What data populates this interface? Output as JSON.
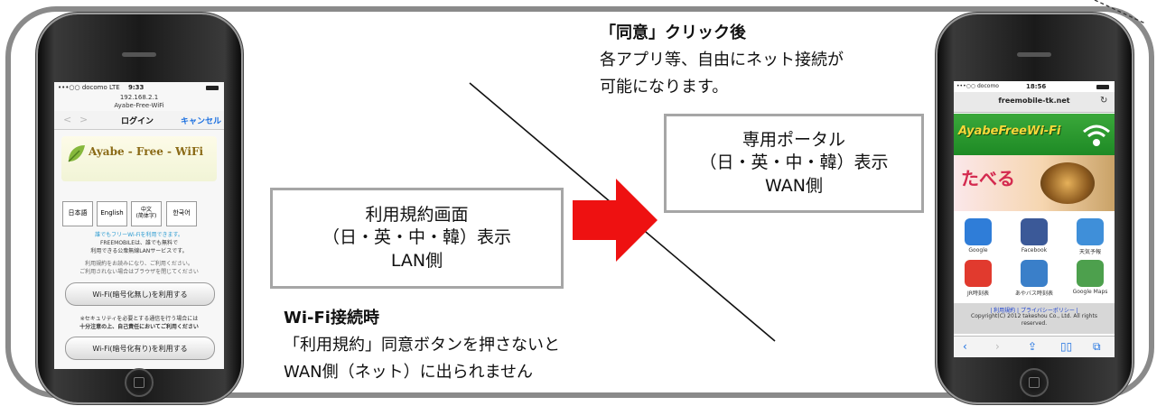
{
  "left_phone": {
    "status": {
      "carrier": "•••○○ docomo  LTE",
      "time": "9:33"
    },
    "url_line1": "192.168.2.1",
    "url_line2": "Ayabe-Free-WiFi",
    "nav": {
      "back": "<",
      "forward": ">",
      "title": "ログイン",
      "cancel": "キャンセル"
    },
    "logo_text": "Ayabe - Free - WiFi",
    "languages": [
      "日本語",
      "English",
      "中文\n(简体字)",
      "한국어"
    ],
    "intro_blue": "誰でもフリーWi-Fiを利用できます。",
    "intro_1": "FREEMOBILEは、誰でも無料で",
    "intro_2": "利用できる公衆無線LANサービスです。",
    "terms_1": "利用規約をお読みになり、ご利用ください。",
    "terms_2": "ご利用されない場合はブラウザを閉じてください",
    "button_no_encrypt": "Wi-Fi(暗号化無し)を利用する",
    "security_1": "※セキュリティを必要とする通信を行う場合には",
    "security_2": "十分注意の上、自己責任においてご利用ください",
    "button_encrypt": "Wi-Fi(暗号化有り)を利用する"
  },
  "box_lan": {
    "line1": "利用規約画面",
    "line2": "（日・英・中・韓）表示",
    "line3": "LAN側"
  },
  "box_wan": {
    "line1": "専用ポータル",
    "line2": "（日・英・中・韓）表示",
    "line3": "WAN側"
  },
  "wifi_connect": {
    "title": "Wi-Fi接続時",
    "line1": "「利用規約」同意ボタンを押さないと",
    "line2": "WAN側（ネット）に出られません"
  },
  "after_agree": {
    "title": "「同意」クリック後",
    "line1": "各アプリ等、自由にネット接続が",
    "line2": "可能になります。"
  },
  "right_phone": {
    "status": {
      "carrier": "•••○○ docomo",
      "time": "18:56"
    },
    "url": "freemobile-tk.net",
    "banner": "AyabeFreeWi-Fi",
    "food_label": "たべる",
    "apps": [
      {
        "label": "Google",
        "color": "#2f7dd8"
      },
      {
        "label": "Facebook",
        "color": "#3b5998"
      },
      {
        "label": "天気予報",
        "color": "#3f8fd9"
      },
      {
        "label": "JR時刻表",
        "color": "#e13a2e"
      },
      {
        "label": "あやバス時刻表",
        "color": "#3a7fc9"
      },
      {
        "label": "Google Maps",
        "color": "#4da04d"
      }
    ],
    "footer_links": "| 利用規約 | プライバシーポリシー |",
    "copyright": "Copyright(C) 2012 takeshou Co., Ltd. All rights reserved."
  },
  "colors": {
    "arrow": "#ee1111",
    "frame": "#8a8a8a",
    "box_border": "#a6a6a6",
    "green": "#1e9a2f",
    "ios_blue": "#1a6fe0"
  }
}
